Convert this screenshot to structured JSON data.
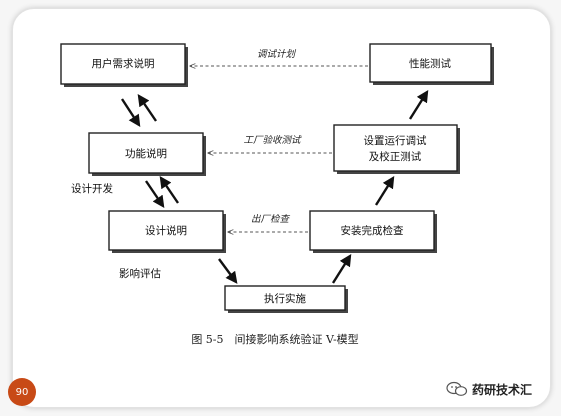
{
  "diagram": {
    "boxes": {
      "user_req": "用户需求说明",
      "func_spec": "功能说明",
      "design_spec": "设计说明",
      "execute": "执行实施",
      "install_check": "安装完成检查",
      "setup_line1": "设置运行调试",
      "setup_line2": "及校正测试",
      "performance": "性能测试"
    },
    "dashed_labels": {
      "debug_plan": "调试计划",
      "fat": "工厂验收测试",
      "exit_check": "出厂检查"
    },
    "side_labels": {
      "design_dev": "设计开发",
      "impact_eval": "影响评估"
    },
    "caption": "图 5-5　间接影响系统验证 V-模型"
  },
  "footer": {
    "page_number": "90",
    "brand": "药研技术汇"
  }
}
